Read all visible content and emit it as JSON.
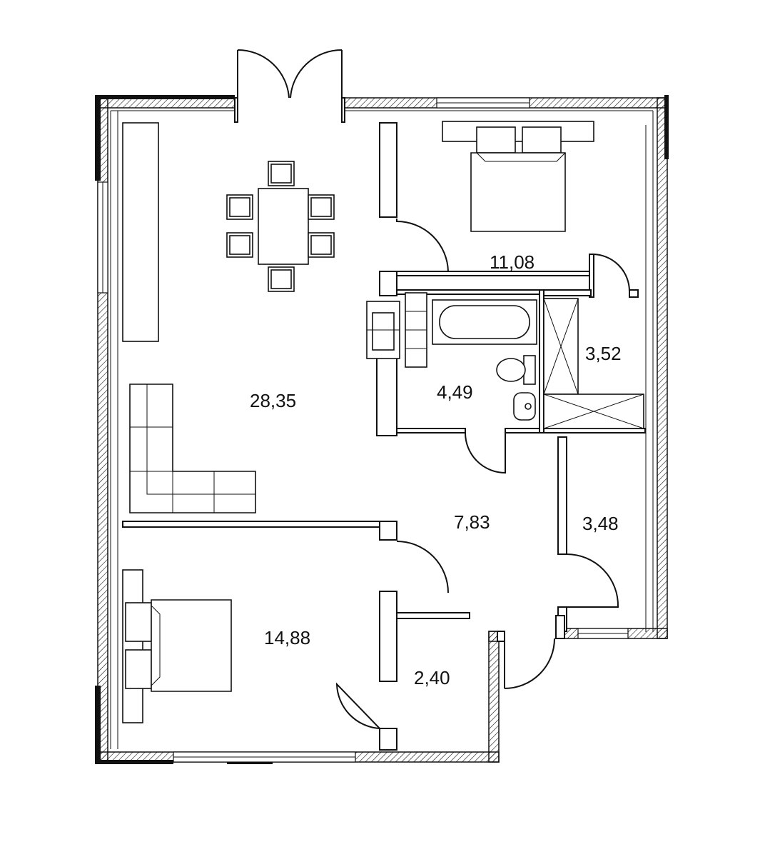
{
  "rooms": [
    {
      "id": "living",
      "area": "28,35"
    },
    {
      "id": "bedroom-1",
      "area": "11,08"
    },
    {
      "id": "bathroom",
      "area": "4,49"
    },
    {
      "id": "wardrobe-1",
      "area": "3,52"
    },
    {
      "id": "hallway",
      "area": "7,83"
    },
    {
      "id": "wardrobe-2",
      "area": "3,48"
    },
    {
      "id": "bedroom-2",
      "area": "14,88"
    },
    {
      "id": "storage",
      "area": "2,40"
    }
  ]
}
